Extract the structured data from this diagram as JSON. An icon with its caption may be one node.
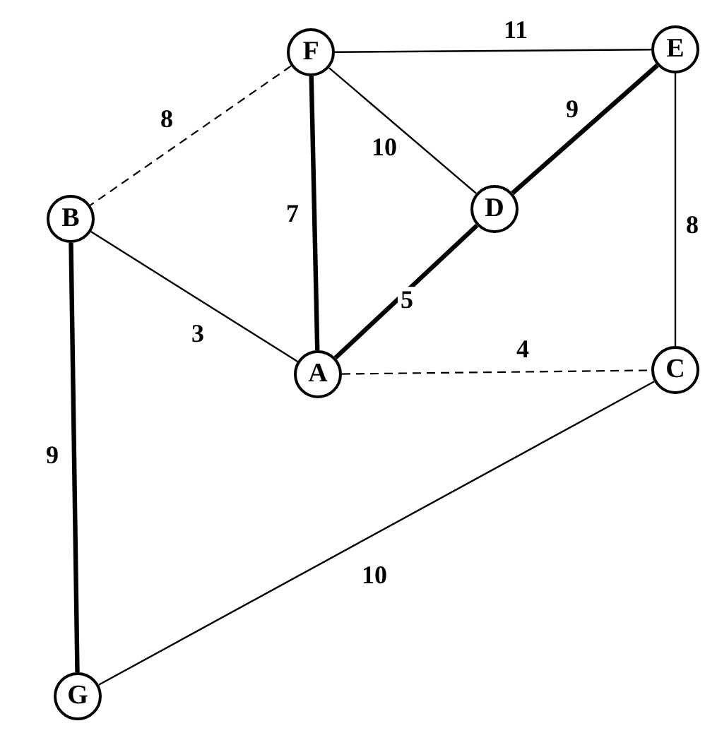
{
  "diagram": {
    "nodes": [
      {
        "text": [
          "F"
        ]
      },
      {
        "text": [
          "E"
        ]
      },
      {
        "text": [
          "B"
        ]
      },
      {
        "text": [
          "D"
        ]
      },
      {
        "text": [
          "A"
        ]
      },
      {
        "text": [
          "C"
        ]
      },
      {
        "text": [
          "G"
        ]
      }
    ],
    "edges": [
      {
        "from": 0,
        "to": 1,
        "arrow": "none",
        "label": "11"
      },
      {
        "from": 0,
        "to": 2,
        "arrow": "none",
        "label": "8",
        "style": "dashed"
      },
      {
        "from": 0,
        "to": 3,
        "arrow": "none",
        "label": "10"
      },
      {
        "from": 0,
        "to": 4,
        "arrow": "none",
        "label": "7",
        "style": "thick"
      },
      {
        "from": 2,
        "to": 4,
        "arrow": "none",
        "label": "3"
      },
      {
        "from": 4,
        "to": 3,
        "arrow": "none",
        "label": "5",
        "style": "thick"
      },
      {
        "from": 3,
        "to": 1,
        "arrow": "none",
        "label": "9",
        "style": "thick"
      },
      {
        "from": 1,
        "to": 5,
        "arrow": "none",
        "label": "8"
      },
      {
        "from": 4,
        "to": 5,
        "arrow": "none",
        "label": "4",
        "style": "dashed"
      },
      {
        "from": 2,
        "to": 6,
        "arrow": "none",
        "label": "9",
        "style": "thick"
      },
      {
        "from": 6,
        "to": 5,
        "arrow": "none",
        "label": "10"
      }
    ]
  }
}
